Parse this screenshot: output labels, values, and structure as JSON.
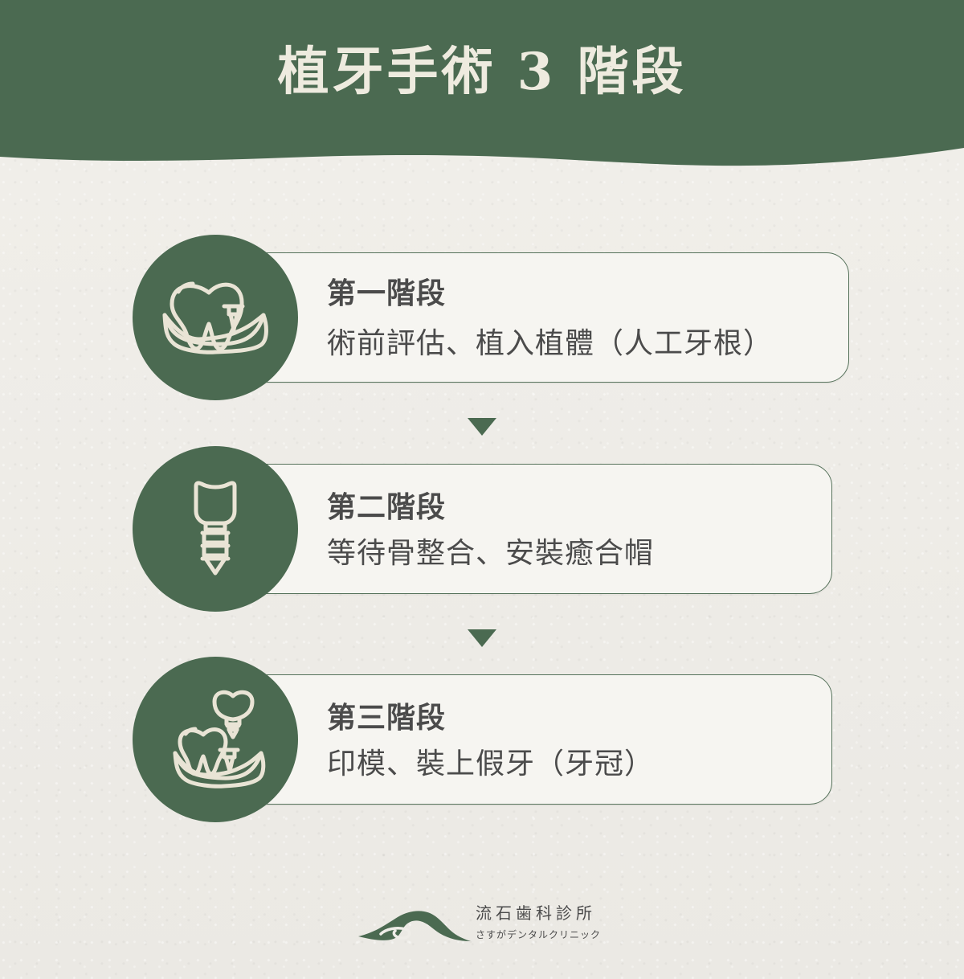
{
  "header": {
    "title": "植牙手術 3 階段"
  },
  "stages": [
    {
      "title": "第一階段",
      "description": "術前評估、植入植體（人工牙根）",
      "icon": "tooth-implant-gum-icon"
    },
    {
      "title": "第二階段",
      "description": "等待骨整合、安裝癒合帽",
      "icon": "implant-abutment-icon"
    },
    {
      "title": "第三階段",
      "description": "印模、裝上假牙（牙冠）",
      "icon": "crown-placement-icon"
    }
  ],
  "footer": {
    "clinic_name": "流石歯科診所",
    "clinic_subtitle": "さすがデンタルクリニック",
    "logo_icon": "clinic-logo-icon"
  },
  "colors": {
    "primary": "#4b6a51",
    "header_text": "#eeebdf",
    "card_bg": "#f6f5f1",
    "text": "#4b4b4b",
    "page_bg": "#efede8"
  }
}
